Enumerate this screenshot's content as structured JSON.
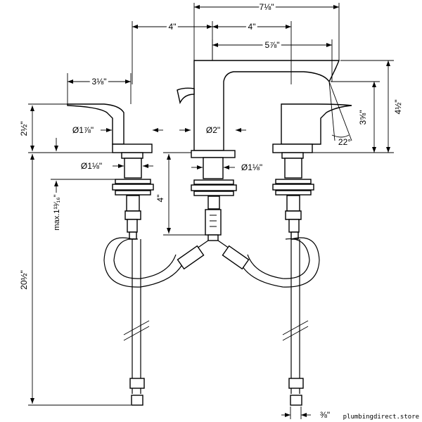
{
  "dimensions": {
    "spout_overall_width": "7⅛\"",
    "handle_to_spout_center": "4\"",
    "spout_to_handle_center": "4\"",
    "spout_reach": "5⅞\"",
    "handle_length": "3⅛\"",
    "handle_height": "2½\"",
    "handle_base_diameter": "Ø1⅞\"",
    "spout_base_diameter": "Ø2\"",
    "left_shank_diameter": "Ø1⅛\"",
    "center_shank_diameter": "Ø1⅛\"",
    "shank_length": "4\"",
    "max_deck_thickness": "max.1¹³⁄₁₆\"",
    "overall_height": "20½\"",
    "spout_height": "4½\"",
    "aerator_height": "3⅝\"",
    "spout_angle": "22°",
    "connection_width": "⅜\""
  },
  "watermark": "plumbingdirect.store"
}
